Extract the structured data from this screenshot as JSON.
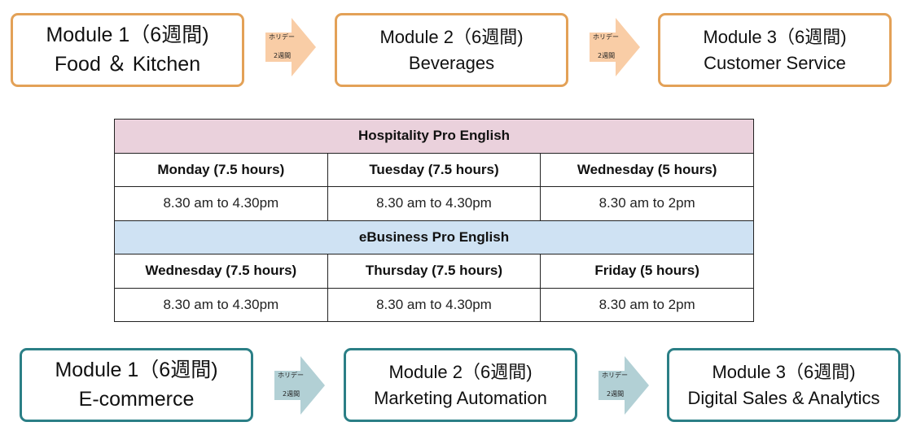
{
  "colors": {
    "hospitality_border": "#E3A157",
    "ebusiness_border": "#2B7F86",
    "hospitality_arrow": "#F9CDA6",
    "ebusiness_arrow": "#B2D0D5",
    "hospitality_header": "#EAD1DC",
    "ebusiness_header": "#CFE2F3"
  },
  "hospitality_track": {
    "modules": [
      {
        "title": "Module 1（6週間)",
        "subject": "Food ＆ Kitchen"
      },
      {
        "title": "Module 2（6週間)",
        "subject": "Beverages"
      },
      {
        "title": "Module 3（6週間)",
        "subject": "Customer Service"
      }
    ],
    "holiday_arrows": [
      {
        "label": "ホリデー",
        "duration": "2週間"
      },
      {
        "label": "ホリデー",
        "duration": "2週間"
      }
    ]
  },
  "ebusiness_track": {
    "modules": [
      {
        "title": "Module 1（6週間)",
        "subject": "E-commerce"
      },
      {
        "title": "Module 2（6週間)",
        "subject": "Marketing Automation"
      },
      {
        "title": "Module 3（6週間)",
        "subject": "Digital Sales & Analytics"
      }
    ],
    "holiday_arrows": [
      {
        "label": "ホリデー",
        "duration": "2週間"
      },
      {
        "label": "ホリデー",
        "duration": "2週間"
      }
    ]
  },
  "schedule": {
    "hospitality": {
      "title": "Hospitality Pro English",
      "days": [
        "Monday (7.5 hours)",
        "Tuesday (7.5 hours)",
        "Wednesday (5 hours)"
      ],
      "times": [
        "8.30 am to 4.30pm",
        "8.30 am to 4.30pm",
        "8.30 am to 2pm"
      ]
    },
    "ebusiness": {
      "title": "eBusiness Pro English",
      "days": [
        "Wednesday (7.5 hours)",
        "Thursday (7.5 hours)",
        "Friday (5 hours)"
      ],
      "times": [
        "8.30 am to 4.30pm",
        "8.30 am to 4.30pm",
        "8.30 am to 2pm"
      ]
    }
  }
}
